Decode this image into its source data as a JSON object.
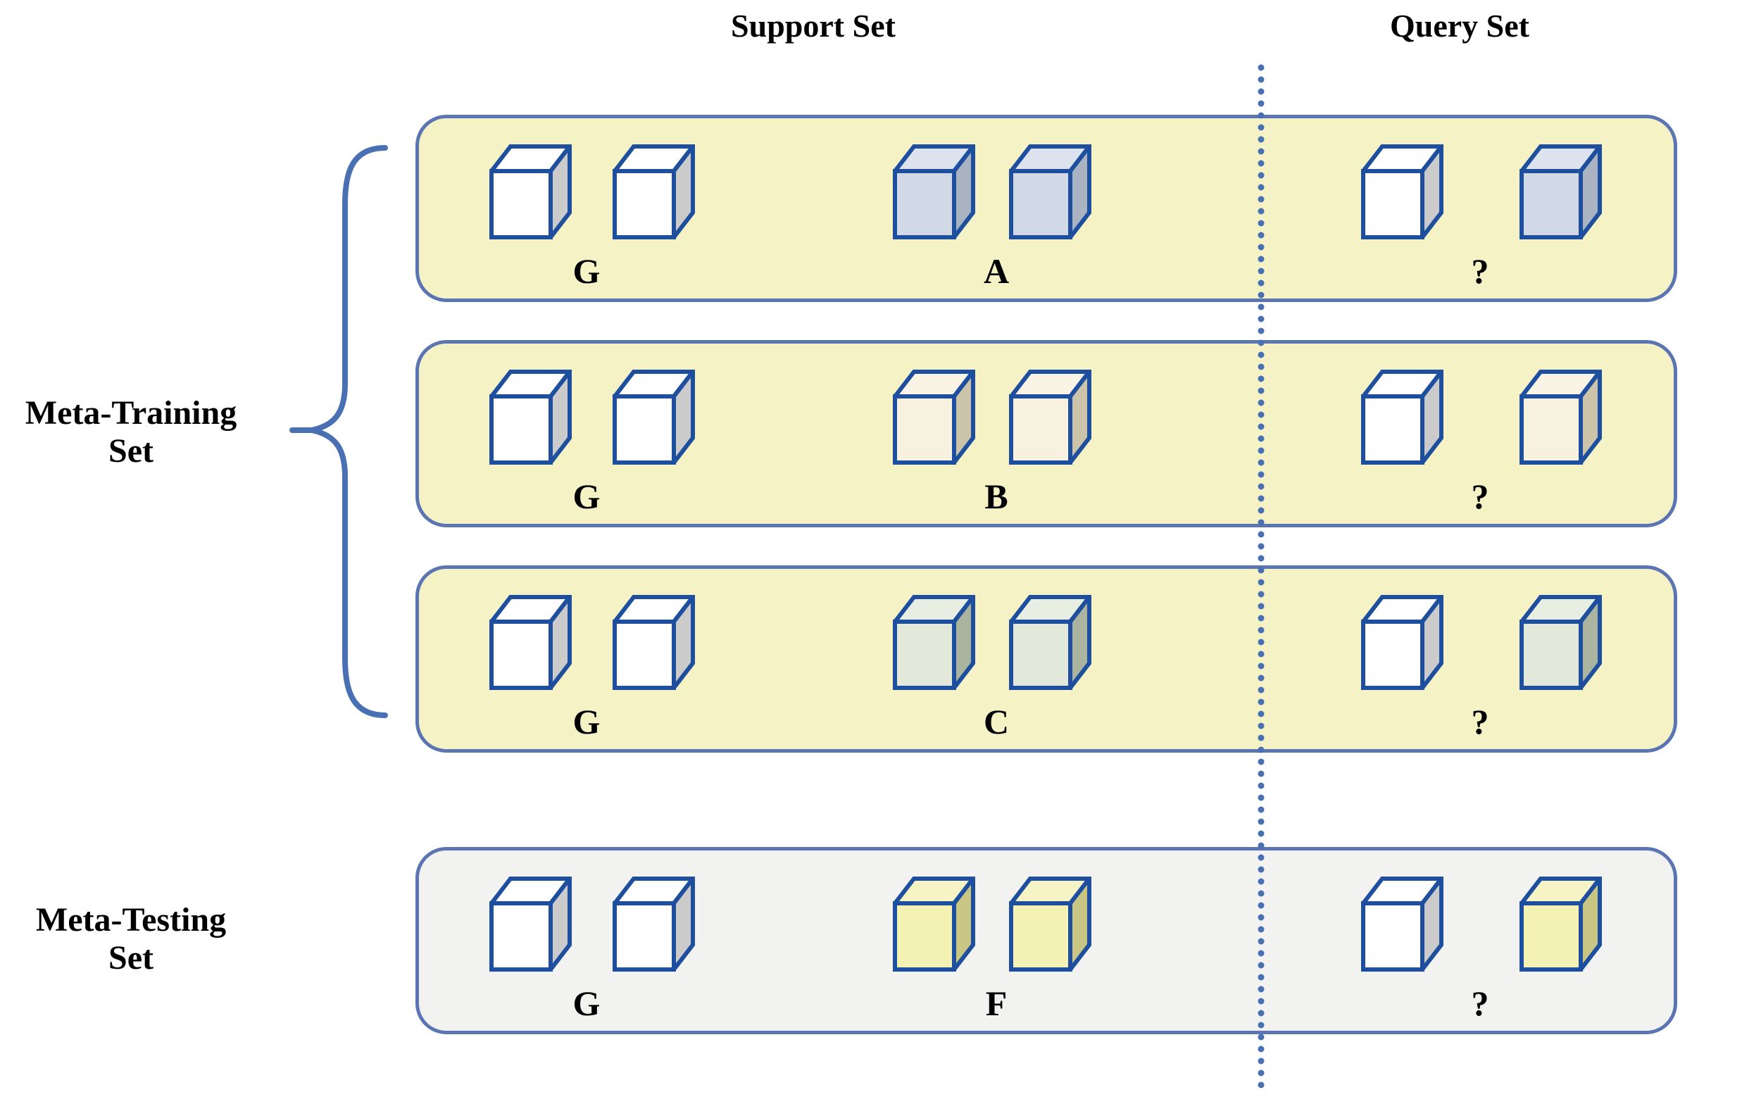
{
  "colors": {
    "background": "#ffffff",
    "panel_yellow": "#f5f3c5",
    "panel_gray": "#f2f2f1",
    "panel_border": "#5b74b2",
    "cube_outline": "#1e4f9e",
    "divider_blue": "#4a70b4",
    "brace_blue": "#4a70b4",
    "text": "#000000"
  },
  "cube_palettes": {
    "white": {
      "front": "#ffffff",
      "top": "#ffffff",
      "side": "#cbcbcb"
    },
    "blue": {
      "front": "#d2d9e6",
      "top": "#dde3ee",
      "side": "#a9b3c1"
    },
    "cream": {
      "front": "#f7f2e0",
      "top": "#f9f4e6",
      "side": "#ccc3ab"
    },
    "green": {
      "front": "#e2e9da",
      "top": "#e8eee1",
      "side": "#abb49e"
    },
    "yellow": {
      "front": "#f3f1b4",
      "top": "#f6f4c4",
      "side": "#c9c683"
    }
  },
  "header": {
    "support_title": "Support Set",
    "query_title": "Query Set"
  },
  "side_labels": {
    "training": {
      "line1": "Meta-Training",
      "line2": "Set"
    },
    "testing": {
      "line1": "Meta-Testing",
      "line2": "Set"
    }
  },
  "rows": [
    {
      "id": "episode-a",
      "section": "meta-training",
      "panel": "yellow",
      "support_groups": [
        {
          "label": "G",
          "cubes": [
            "white",
            "white"
          ]
        },
        {
          "label": "A",
          "cubes": [
            "blue",
            "blue"
          ]
        }
      ],
      "query_group": {
        "label": "?",
        "cubes": [
          "white",
          "blue"
        ]
      }
    },
    {
      "id": "episode-b",
      "section": "meta-training",
      "panel": "yellow",
      "support_groups": [
        {
          "label": "G",
          "cubes": [
            "white",
            "white"
          ]
        },
        {
          "label": "B",
          "cubes": [
            "cream",
            "cream"
          ]
        }
      ],
      "query_group": {
        "label": "?",
        "cubes": [
          "white",
          "cream"
        ]
      }
    },
    {
      "id": "episode-c",
      "section": "meta-training",
      "panel": "yellow",
      "support_groups": [
        {
          "label": "G",
          "cubes": [
            "white",
            "white"
          ]
        },
        {
          "label": "C",
          "cubes": [
            "green",
            "green"
          ]
        }
      ],
      "query_group": {
        "label": "?",
        "cubes": [
          "white",
          "green"
        ]
      }
    },
    {
      "id": "episode-f",
      "section": "meta-testing",
      "panel": "gray",
      "support_groups": [
        {
          "label": "G",
          "cubes": [
            "white",
            "white"
          ]
        },
        {
          "label": "F",
          "cubes": [
            "yellow",
            "yellow"
          ]
        }
      ],
      "query_group": {
        "label": "?",
        "cubes": [
          "white",
          "yellow"
        ]
      }
    }
  ]
}
